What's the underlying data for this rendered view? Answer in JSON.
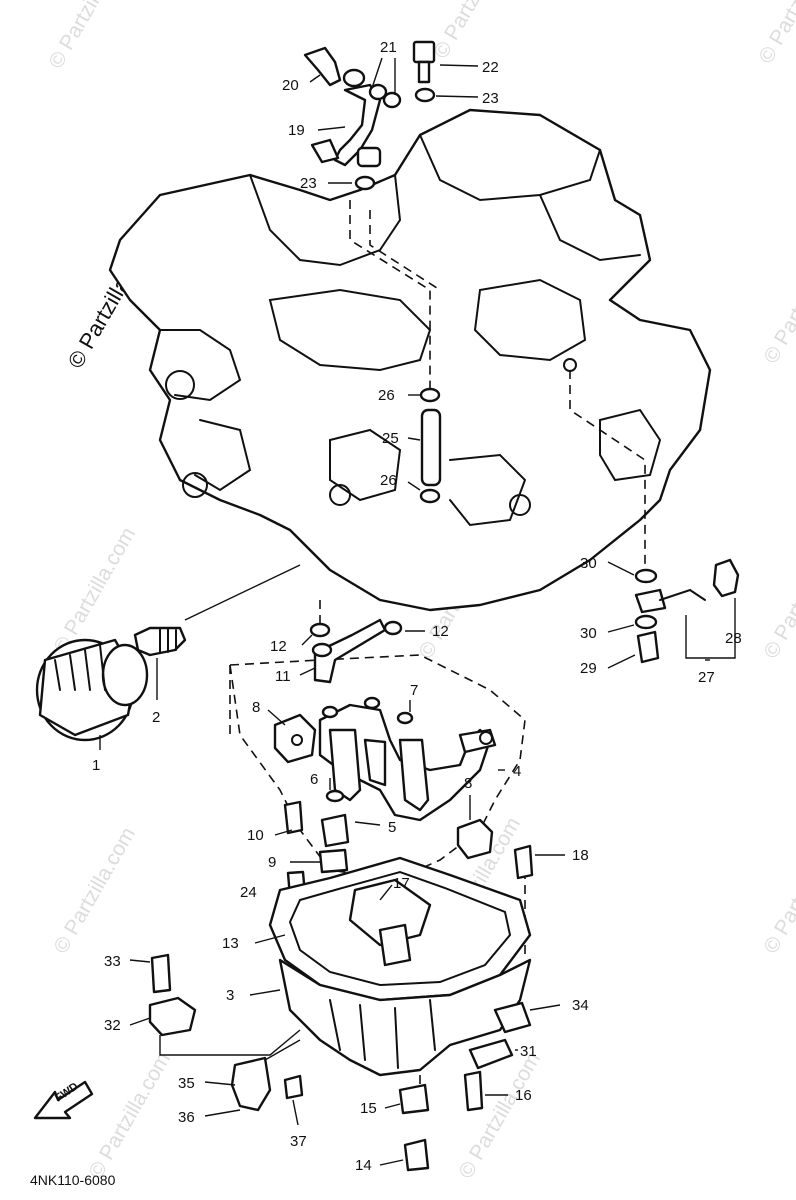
{
  "watermark": "© Partzilla.com",
  "diagram_code": "4NK110-6080",
  "fwd_label": "FWD",
  "callouts": [
    {
      "id": "1",
      "label": "1"
    },
    {
      "id": "2",
      "label": "2"
    },
    {
      "id": "3",
      "label": "3"
    },
    {
      "id": "4",
      "label": "4"
    },
    {
      "id": "5",
      "label": "5"
    },
    {
      "id": "6",
      "label": "6"
    },
    {
      "id": "7",
      "label": "7"
    },
    {
      "id": "8a",
      "label": "8"
    },
    {
      "id": "8b",
      "label": "8"
    },
    {
      "id": "9",
      "label": "9"
    },
    {
      "id": "10",
      "label": "10"
    },
    {
      "id": "11",
      "label": "11"
    },
    {
      "id": "12a",
      "label": "12"
    },
    {
      "id": "12b",
      "label": "12"
    },
    {
      "id": "13",
      "label": "13"
    },
    {
      "id": "14",
      "label": "14"
    },
    {
      "id": "15",
      "label": "15"
    },
    {
      "id": "16",
      "label": "16"
    },
    {
      "id": "17",
      "label": "17"
    },
    {
      "id": "18",
      "label": "18"
    },
    {
      "id": "19",
      "label": "19"
    },
    {
      "id": "20",
      "label": "20"
    },
    {
      "id": "21",
      "label": "21"
    },
    {
      "id": "22",
      "label": "22"
    },
    {
      "id": "23a",
      "label": "23"
    },
    {
      "id": "23b",
      "label": "23"
    },
    {
      "id": "24",
      "label": "24"
    },
    {
      "id": "25",
      "label": "25"
    },
    {
      "id": "26a",
      "label": "26"
    },
    {
      "id": "26b",
      "label": "26"
    },
    {
      "id": "27",
      "label": "27"
    },
    {
      "id": "28",
      "label": "28"
    },
    {
      "id": "29",
      "label": "29"
    },
    {
      "id": "30a",
      "label": "30"
    },
    {
      "id": "30b",
      "label": "30"
    },
    {
      "id": "31",
      "label": "31"
    },
    {
      "id": "32",
      "label": "32"
    },
    {
      "id": "33",
      "label": "33"
    },
    {
      "id": "34",
      "label": "34"
    },
    {
      "id": "35",
      "label": "35"
    },
    {
      "id": "36",
      "label": "36"
    },
    {
      "id": "37",
      "label": "37"
    }
  ]
}
